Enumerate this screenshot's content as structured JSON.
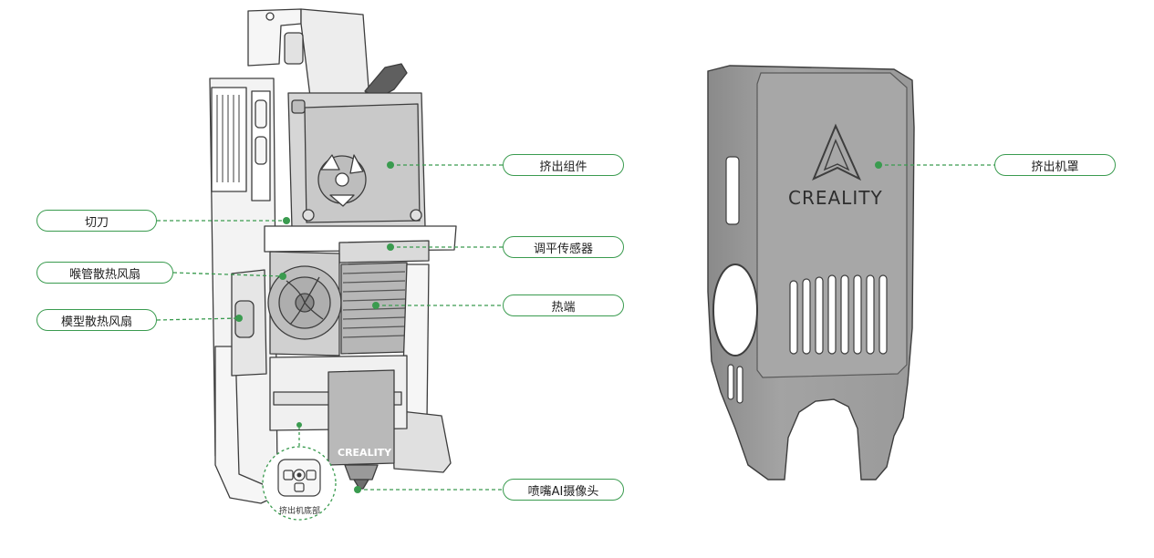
{
  "colors": {
    "accent": "#3a9b4f",
    "line": "#6b6b6b",
    "body": "#e9e9e9",
    "cover": "#9c9c9c"
  },
  "labels": {
    "extrusion_assembly": "挤出组件",
    "cutter": "切刀",
    "leveling_sensor": "调平传感器",
    "throat_fan": "喉管散热风扇",
    "hotend": "热端",
    "model_fan": "模型散热风扇",
    "nozzle_camera": "喷嘴AI摄像头",
    "extruder_cover": "挤出机罩",
    "extruder_bottom": "挤出机底部"
  },
  "brand": "CREALITY"
}
